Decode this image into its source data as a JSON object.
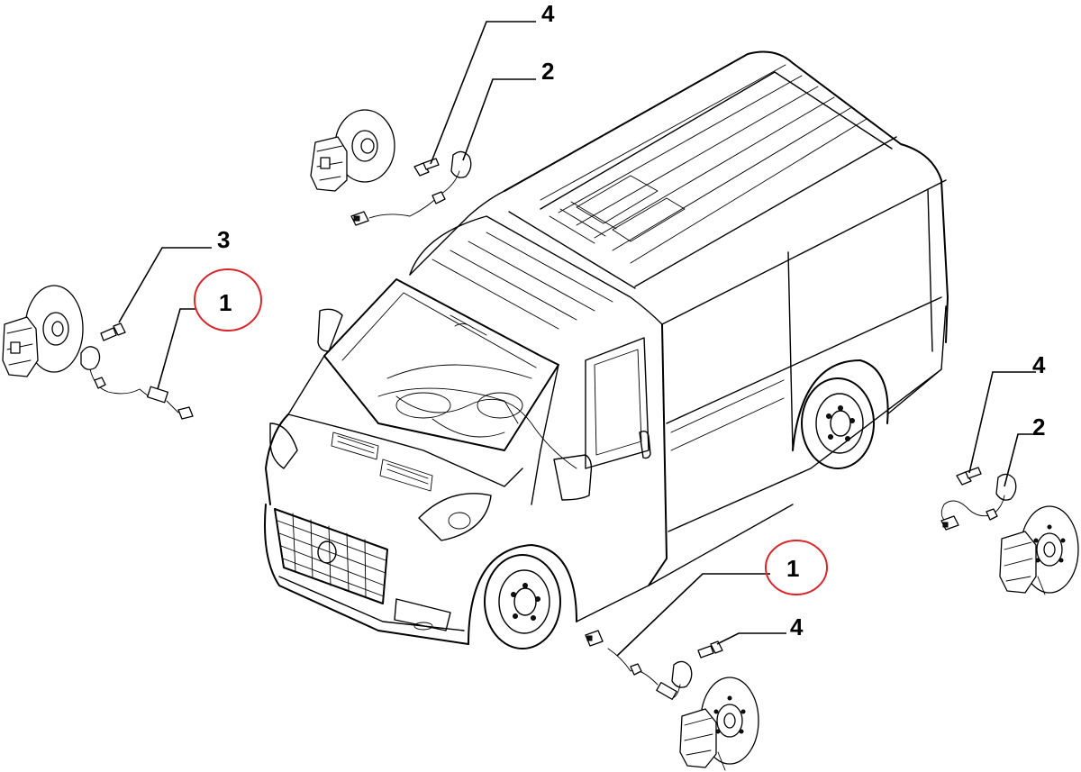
{
  "callouts": {
    "top_4": "4",
    "top_2": "2",
    "left_3": "3",
    "left_1": "1",
    "right_4": "4",
    "right_2": "2",
    "bottom_1": "1",
    "bottom_4": "4"
  },
  "colors": {
    "line": "#000000",
    "background": "#ffffff",
    "highlight_circle": "#d9262b"
  },
  "highlighted_callouts": [
    "left_1",
    "bottom_1"
  ]
}
